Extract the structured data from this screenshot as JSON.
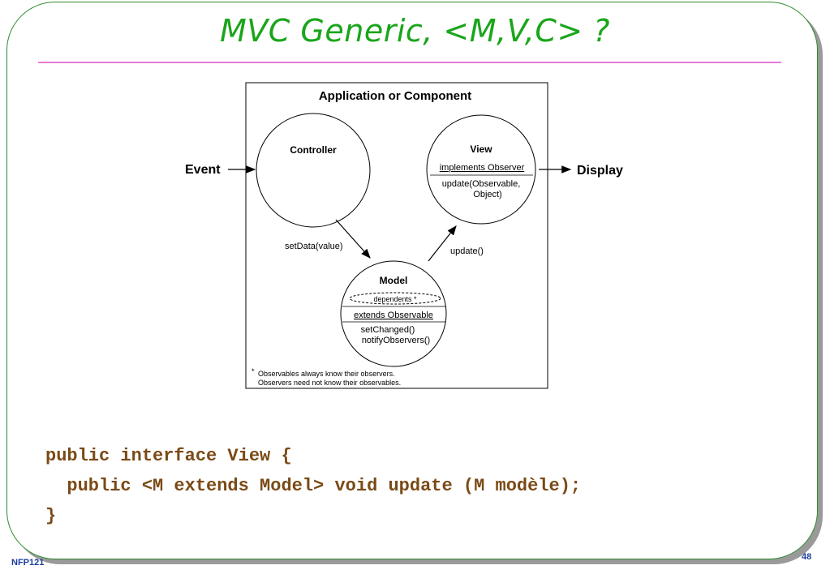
{
  "slide": {
    "title": "MVC Generic, <M,V,C> ?",
    "footer_left": "NFP121",
    "page_number": "48"
  },
  "diagram": {
    "box_title": "Application or Component",
    "event_label": "Event",
    "display_label": "Display",
    "controller_label": "Controller",
    "view_label": "View",
    "view_implements": "implements Observer",
    "view_method_1": "update(Observable,",
    "view_method_2": "Object)",
    "setdata_label": "setData(value)",
    "update_label": "update()",
    "model_label": "Model",
    "model_dependents": "dependents *",
    "model_extends": "extends Observable",
    "model_method_1": "setChanged()",
    "model_method_2": "notifyObservers()",
    "footnote_1": "Observables always know their observers.",
    "footnote_2": "Observers need not know their observables.",
    "footnote_marker": "*"
  },
  "code": {
    "line1": "public interface View {",
    "line2": "  public <M extends Model> void update (M modèle);",
    "line3": "}"
  },
  "colors": {
    "title": "#1aa51a",
    "rule": "#e57ad6",
    "code": "#7a4a16",
    "footer": "#1a3e9e",
    "frame": "#2e8b2e"
  }
}
